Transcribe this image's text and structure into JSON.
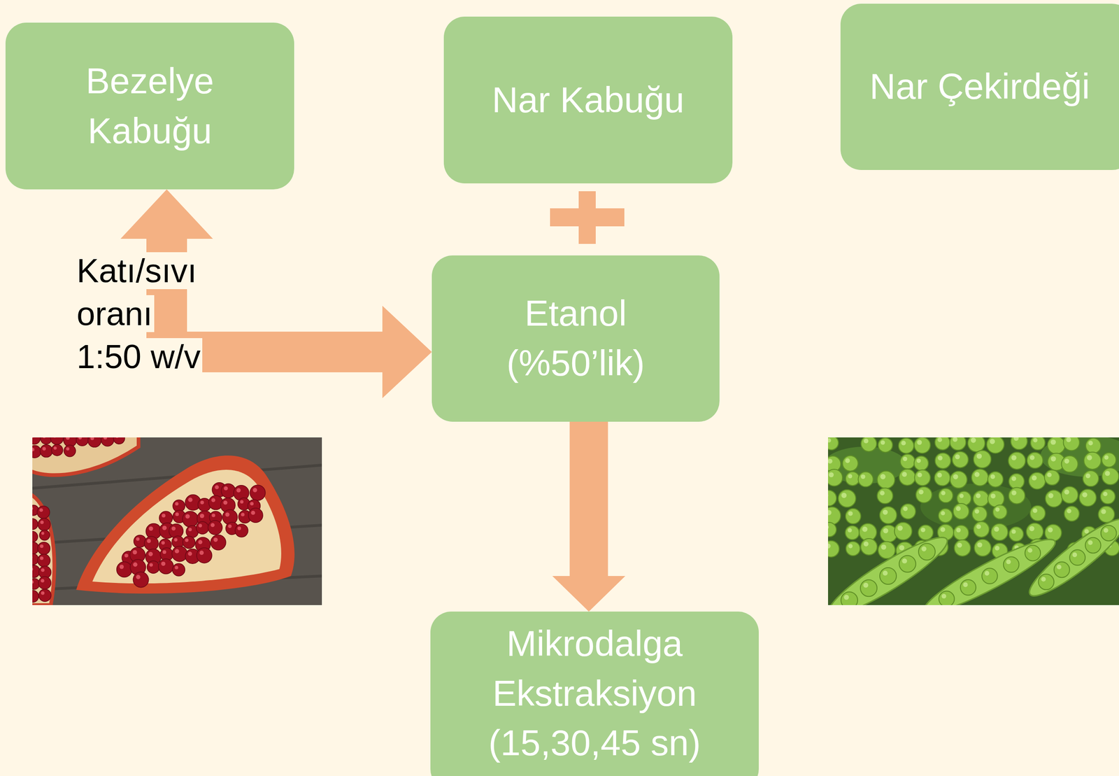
{
  "diagram": {
    "nodes": [
      {
        "text": [
          "Bezelye Kabuğu"
        ]
      },
      {
        "text": [
          "Nar Kabuğu"
        ]
      },
      {
        "text": [
          "Nar Çekirdeği"
        ]
      },
      {
        "text": [
          "Etanol (%50’lik)"
        ]
      },
      {
        "text": [
          "Mikrodalga Ekstraksiyon (15,30,45 sn)"
        ]
      }
    ],
    "edges": [
      {
        "from": 0,
        "to": 3,
        "arrow": "both",
        "label": "Katı/sıvı oranı 1:50 w/v"
      },
      {
        "from": 3,
        "to": 4,
        "arrow": "to"
      }
    ]
  }
}
